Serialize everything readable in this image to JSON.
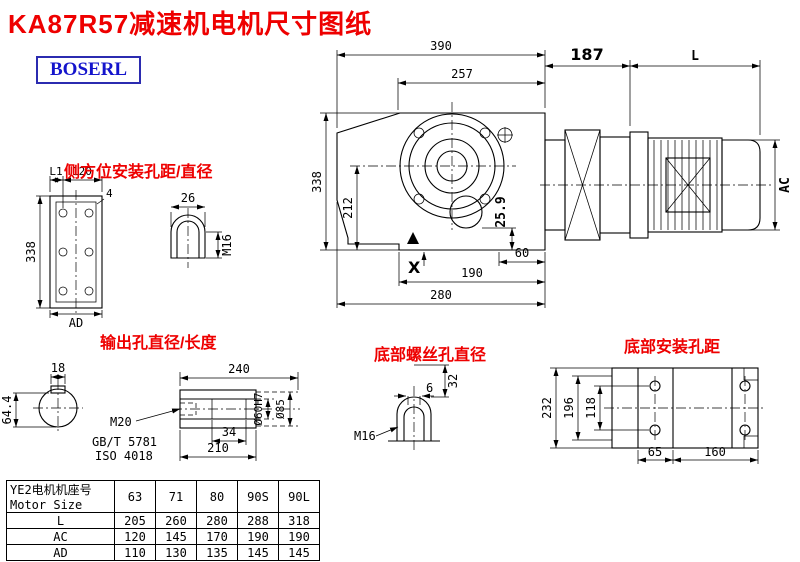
{
  "title": "KA87R57减速机电机尺寸图纸",
  "brand": "BOSERL",
  "section_labels": {
    "side_mount": "侧方位安装孔距/直径",
    "output": "输出孔直径/长度",
    "bottom_screw": "底部螺丝孔直径",
    "bottom_mount": "底部安装孔距"
  },
  "main_view": {
    "dim_390": "390",
    "dim_257": "257",
    "dim_187": "187",
    "dim_L": "L",
    "dim_338": "338",
    "dim_212": "212",
    "dim_AC": "AC",
    "dim_259": "25.9",
    "dim_60": "60",
    "dim_190": "190",
    "dim_280": "280",
    "mark_X": "X"
  },
  "side_view": {
    "dim_L1": "L1",
    "dim_120": "120",
    "dim_4": "4",
    "dim_338": "338",
    "dim_AD": "AD",
    "dim_26": "26",
    "dim_M16": "M16"
  },
  "output_view": {
    "dim_18": "18",
    "dim_644": "64.4",
    "dim_240": "240",
    "dim_M20": "M20",
    "std1": "GB/T 5781",
    "std2": "ISO 4018",
    "dim_34": "34",
    "dim_210": "210",
    "dim_d60": "Ø60H7",
    "dim_d85": "Ø85"
  },
  "screw_view": {
    "dim_32": "32",
    "dim_6": "6",
    "dim_M16": "M16"
  },
  "bottom_view": {
    "dim_232": "232",
    "dim_196": "196",
    "dim_118": "118",
    "dim_65": "65",
    "dim_160": "160"
  },
  "table": {
    "header_col1_line1": "YE2电机机座号",
    "header_col1_line2": "Motor Size",
    "sizes": [
      "63",
      "71",
      "80",
      "90S",
      "90L"
    ],
    "rows": [
      {
        "label": "L",
        "values": [
          "205",
          "260",
          "280",
          "288",
          "318"
        ]
      },
      {
        "label": "AC",
        "values": [
          "120",
          "145",
          "170",
          "190",
          "190"
        ]
      },
      {
        "label": "AD",
        "values": [
          "110",
          "130",
          "135",
          "145",
          "145"
        ]
      }
    ]
  },
  "colors": {
    "title_red": "#ee0000",
    "brand_blue": "#1414cc",
    "line_black": "#000000"
  }
}
